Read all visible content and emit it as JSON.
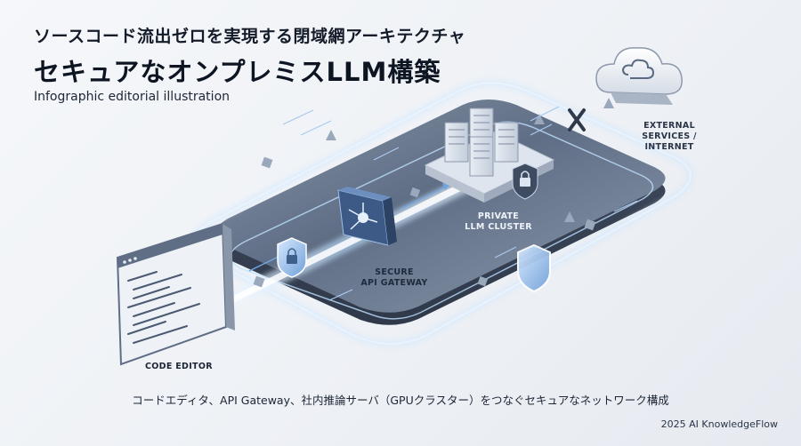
{
  "header": {
    "subtitle": "ソースコード流出ゼロを実現する閉域網アーキテクチャ",
    "title": "セキュアなオンプレミスLLM構築",
    "caption": "Infographic editorial illustration"
  },
  "labels": {
    "private_cluster": "PRIVATE\nLLM CLUSTER",
    "api_gateway": "SECURE\nAPI GATEWAY",
    "external": "EXTERNAL\nSERVICES /\nINTERNET",
    "code_editor": "CODE EDITOR"
  },
  "footer": {
    "caption": "コードエディタ、API Gateway、社内推論サーバ（GPUクラスター）をつなぐセキュアなネットワーク構成",
    "copyright": "2025 AI KnowledgeFlow"
  },
  "icons": {
    "cloud": "cloud-icon",
    "block": "x-mark-icon",
    "shield": "shield-lock-icon",
    "server": "server-rack-icon",
    "gateway": "gateway-hub-icon",
    "editor": "code-editor-window-icon"
  },
  "colors": {
    "accent": "#7fb6f0",
    "glow": "#bfe0ff",
    "platform": "#5a6a82",
    "platform_dark": "#3b475a",
    "text": "#1c2636"
  }
}
